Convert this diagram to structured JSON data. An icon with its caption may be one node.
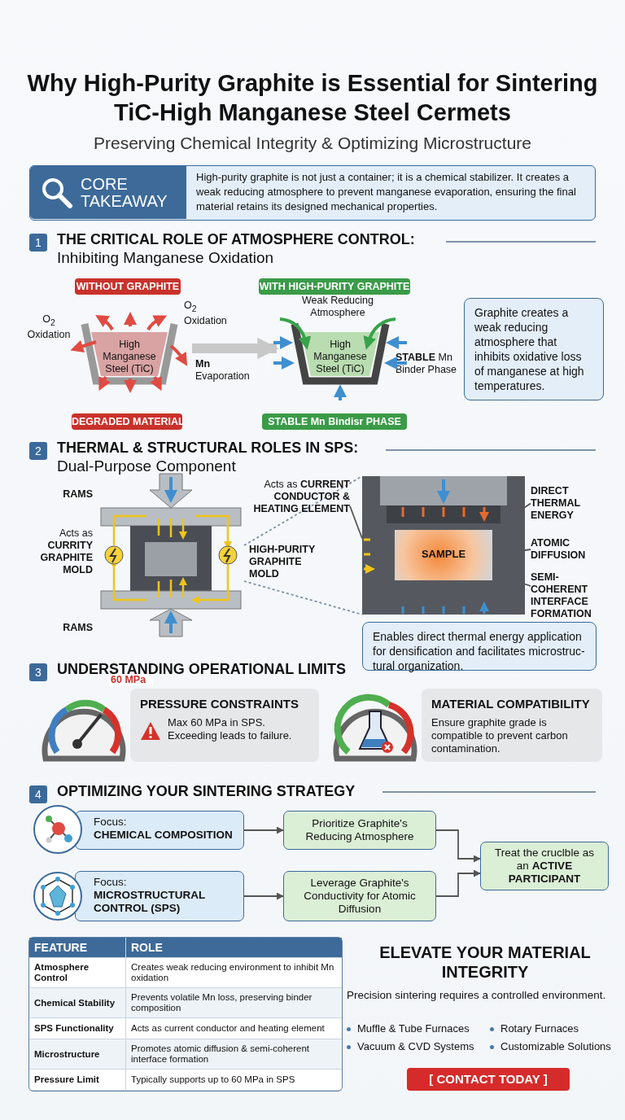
{
  "diagram": {
    "title": "Why High-Purity Graphite is Essential for Sintering TiC-High Manganese Steel Cermets",
    "nodes": [
      {
        "text": [
          "CORE TAKEAWAY",
          "High-purity graphite is not just a container; it is a chemical stabilizer. It creates a weak reducing atmosphere to prevent manganese evaporation, ensuring the final material retains its designed mechanical properties."
        ]
      },
      {
        "text": [
          "WITHOUT GRAPHITE"
        ]
      },
      {
        "text": [
          "High Manganese Steel (TiC)"
        ]
      },
      {
        "text": [
          "DEGRADED MATERIAL"
        ]
      },
      {
        "text": [
          "WITH HIGH-PURITY GRAPHITE"
        ]
      },
      {
        "text": [
          "High Manganese Steel (TiC)"
        ]
      },
      {
        "text": [
          "STABLE Mn Bindisr PHASE"
        ]
      },
      {
        "text": [
          "Graphite creates a weak reducing atmosphere that inhibits oxidative loss of manganese at high temperatures."
        ]
      },
      {
        "text": [],
        "shape": "picture"
      },
      {
        "text": [
          "Acts as **CURRENT CONDUCTOR & HEATING ELEMENT**"
        ]
      },
      {
        "text": [],
        "shape": "picture"
      },
      {
        "text": [
          "SAMPLE"
        ],
        "in": 10
      },
      {
        "text": [
          "DIRECT THERMAL ENERGY"
        ]
      },
      {
        "text": [
          "ATOMIC DIFFUSION"
        ]
      },
      {
        "text": [
          "SEMI-COHERENT INTERFACE FORMATION"
        ]
      },
      {
        "text": [
          "Enables direct thermal energy application for densification and facilitates microstruc-tural organization."
        ]
      },
      {
        "text": [
          "PRESSURE CONSTRAINTS",
          "Max 60 MPa in SPS. Exceeding leads to failure."
        ]
      },
      {
        "text": [
          "MATERIAL COMPATIBILITY",
          "Ensure graphite grade is compatible to prevent carbon contamination."
        ]
      },
      {
        "text": [
          "Focus:",
          "CHEMICAL COMPOSITION"
        ]
      },
      {
        "text": [
          "Focus:",
          "MICROSTRUCTURAL CONTROL (SPS)"
        ]
      },
      {
        "text": [
          "Prioritize Graphite's Reducing Atmosphere"
        ]
      },
      {
        "text": [
          "Leverage Graphite's Conductivity for Atomic Diffusion"
        ]
      },
      {
        "text": [
          "Treat the cruclble as an **ACTIVE PARTICIPANT**"
        ]
      }
    ],
    "edges": [
      {
        "from": 2,
        "to": 5,
        "arrow": "to",
        "style": "thick",
        "color": "#c8c8c8"
      },
      {
        "from": 8,
        "to": 10,
        "arrow": "none",
        "style": "dashed",
        "color": "#7a8ea8"
      },
      {
        "from": 8,
        "to": 10,
        "arrow": "none",
        "style": "dashed",
        "color": "#7a8ea8"
      },
      {
        "from": 9,
        "to": 10,
        "arrow": "none"
      },
      {
        "from": 12,
        "to": null,
        "arrow": "none"
      },
      {
        "from": 13,
        "to": 11,
        "arrow": "none"
      },
      {
        "from": 14,
        "to": 11,
        "arrow": "none"
      },
      {
        "from": 18,
        "to": 20,
        "arrow": "to"
      },
      {
        "from": 19,
        "to": 21,
        "arrow": "to"
      },
      {
        "from": 20,
        "to": 22,
        "arrow": "to"
      },
      {
        "from": 21,
        "to": 22,
        "arrow": "to"
      }
    ],
    "labels": [
      "Preserving Chemical Integrity & Optimizing Microstructure",
      "1",
      "THE CRITICAL ROLE OF ATMOSPHERE CONTROL:",
      "Inhibiting Manganese Oxidation",
      "O$_{2}$ Oxidation",
      "O$_{2}$ Oxidation",
      "**Mn** Evaporation",
      "Weak Reducing Atmosphere",
      "**STABLE** Mn Binder Phase",
      "2",
      "THERMAL & STRUCTURAL ROLES IN SPS:",
      "Dual-Purpose Component",
      "RAMS",
      "RAMS",
      "Acts as **CURRITY GRAPHITE MOLD**",
      "HIGH-PURITY GRAPHITE MOLD",
      "3",
      "UNDERSTANDING OPERATIONAL LIMITS",
      "60 MPa",
      "4",
      "OPTIMIZING YOUR SINTERING STRATEGY",
      "FEATURE",
      "ROLE",
      "Atmosphere Control",
      "Creates weak reducing environment to inhibit Mn oxidation",
      "Chemical Stability",
      "Prevents volatile Mn loss, preserving binder composition",
      "SPS Functionality",
      "Acts as current conductor and heating element",
      "Microstructure",
      "Promotes atomic diffusion & semi-coherent interface formation",
      "Pressure Limit",
      "Typically supports up to 60 MPa in SPS",
      "ELEVATE YOUR MATERIAL INTEGRITY",
      "Precision sintering requires a controlled environment.",
      "Muffle & Tube Furnaces",
      "Rotary Furnaces",
      "Vacuum & CVD Systems",
      "Customizable Solutions",
      "[ CONTACT TODAY ]"
    ]
  }
}
